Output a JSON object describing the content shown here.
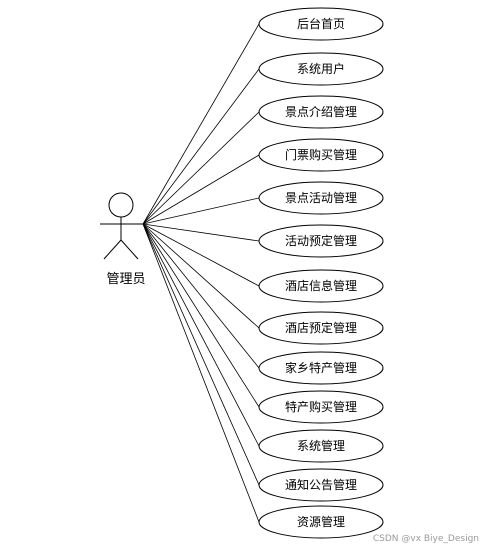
{
  "actor": {
    "label": "管理员"
  },
  "use_cases": [
    {
      "label": "后台首页"
    },
    {
      "label": "系统用户"
    },
    {
      "label": "景点介绍管理"
    },
    {
      "label": "门票购买管理"
    },
    {
      "label": "景点活动管理"
    },
    {
      "label": "活动预定管理"
    },
    {
      "label": "酒店信息管理"
    },
    {
      "label": "酒店预定管理"
    },
    {
      "label": "家乡特产管理"
    },
    {
      "label": "特产购买管理"
    },
    {
      "label": "系统管理"
    },
    {
      "label": "通知公告管理"
    },
    {
      "label": "资源管理"
    }
  ],
  "watermark": "CSDN @vx Biye_Design"
}
